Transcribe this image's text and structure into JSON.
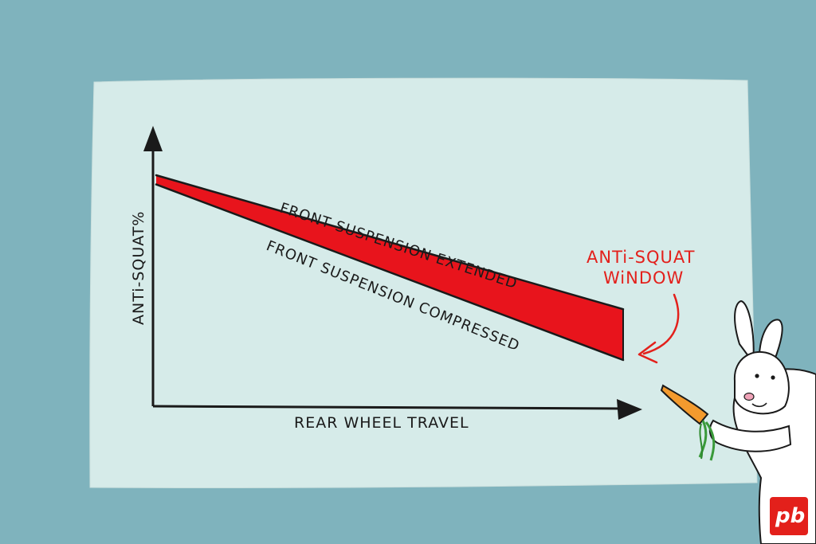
{
  "colors": {
    "background": "#7fb3bd",
    "board": "#d6ebe9",
    "window_fill": "#e8141c",
    "ink": "#1a1a1a",
    "annotation": "#e3201b",
    "logo_bg": "#e3201b"
  },
  "chart_data": {
    "type": "line",
    "ylabel": "ANTi-SQUAT%",
    "xlabel": "REAR WHEEL TRAVEL",
    "grid": false,
    "axis_arrows": true,
    "x": [
      0,
      1
    ],
    "series": [
      {
        "name": "FRONT SUSPENSION EXTENDED",
        "values": [
          1.0,
          0.42
        ]
      },
      {
        "name": "FRONT SUSPENSION COMPRESSED",
        "values": [
          0.96,
          0.2
        ]
      }
    ],
    "shaded_region": "between series",
    "annotation": {
      "text_line1": "ANTi-SQUAT",
      "text_line2": "WiNDOW"
    }
  },
  "logo": {
    "text": "pb"
  },
  "illustration": {
    "character": "rabbit",
    "holding": "carrot"
  }
}
